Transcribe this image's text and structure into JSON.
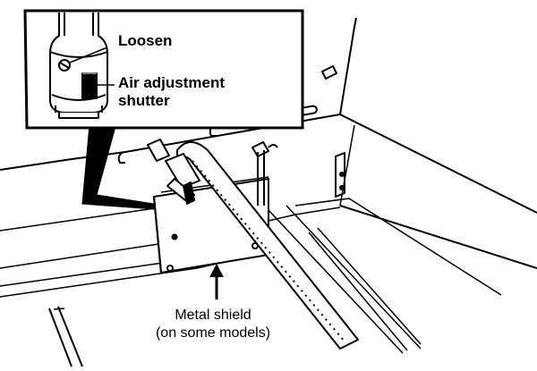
{
  "callout": {
    "loosen": "Loosen",
    "shutter_line1": "Air adjustment",
    "shutter_line2": "shutter"
  },
  "caption": {
    "line1": "Metal shield",
    "line2": "(on some models)"
  }
}
